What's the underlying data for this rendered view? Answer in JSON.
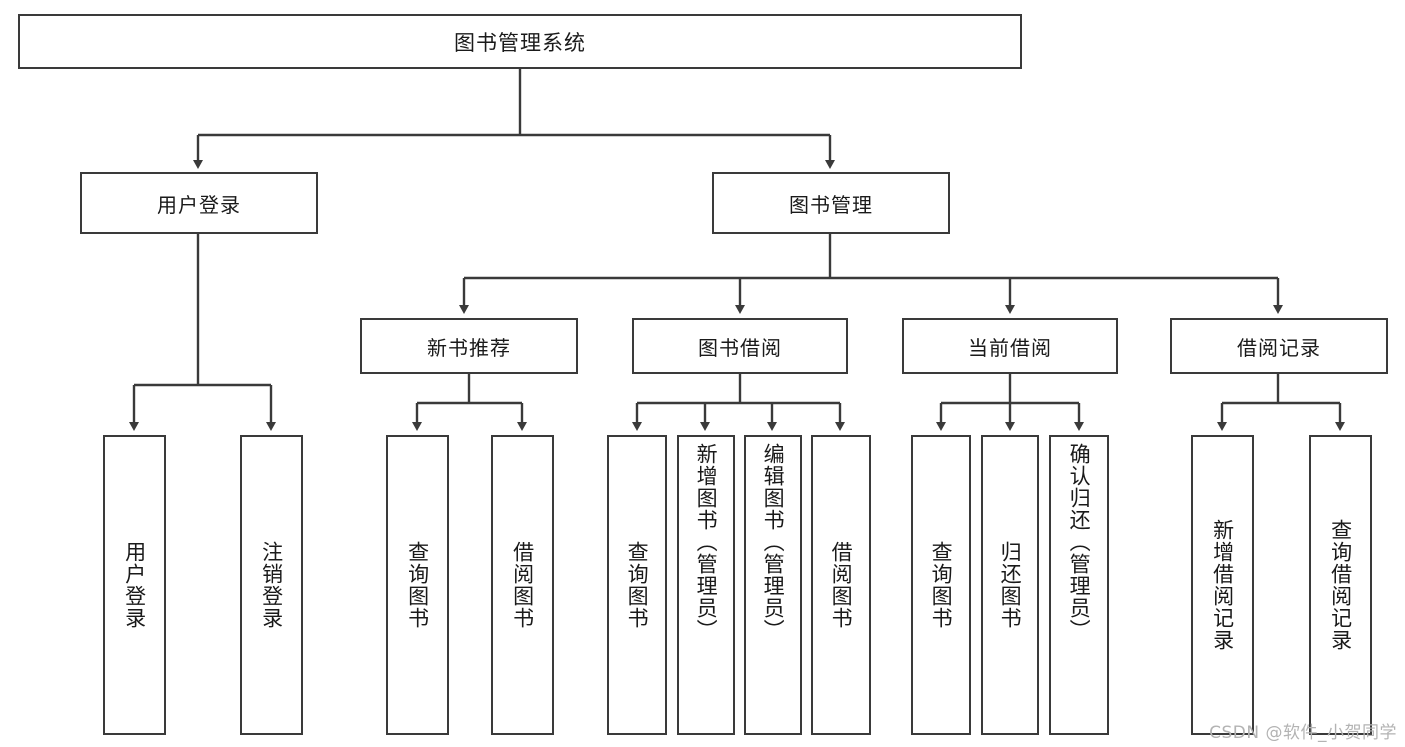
{
  "diagram": {
    "title": "图书管理系统",
    "type": "hierarchy-tree",
    "root": {
      "label": "图书管理系统"
    },
    "level1": [
      {
        "label": "用户登录"
      },
      {
        "label": "图书管理"
      }
    ],
    "level2": [
      {
        "label": "新书推荐"
      },
      {
        "label": "图书借阅"
      },
      {
        "label": "当前借阅"
      },
      {
        "label": "借阅记录"
      }
    ],
    "leaves": {
      "user_login": [
        {
          "label": "用户登录"
        },
        {
          "label": "注销登录"
        }
      ],
      "new_book_recommend": [
        {
          "label": "查询图书"
        },
        {
          "label": "借阅图书"
        }
      ],
      "book_borrow": [
        {
          "label": "查询图书"
        },
        {
          "label": "新增图书（管理员）"
        },
        {
          "label": "编辑图书（管理员）"
        },
        {
          "label": "借阅图书"
        }
      ],
      "current_borrow": [
        {
          "label": "查询图书"
        },
        {
          "label": "归还图书"
        },
        {
          "label": "确认归还（管理员）"
        }
      ],
      "borrow_record": [
        {
          "label": "新增借阅记录"
        },
        {
          "label": "查询借阅记录"
        }
      ]
    }
  },
  "watermark": {
    "text": "CSDN @软件_小贺同学"
  },
  "colors": {
    "border": "#3a3a3a",
    "text": "#1a1a1a",
    "background": "#ffffff",
    "watermark": "#b3b3b3"
  }
}
